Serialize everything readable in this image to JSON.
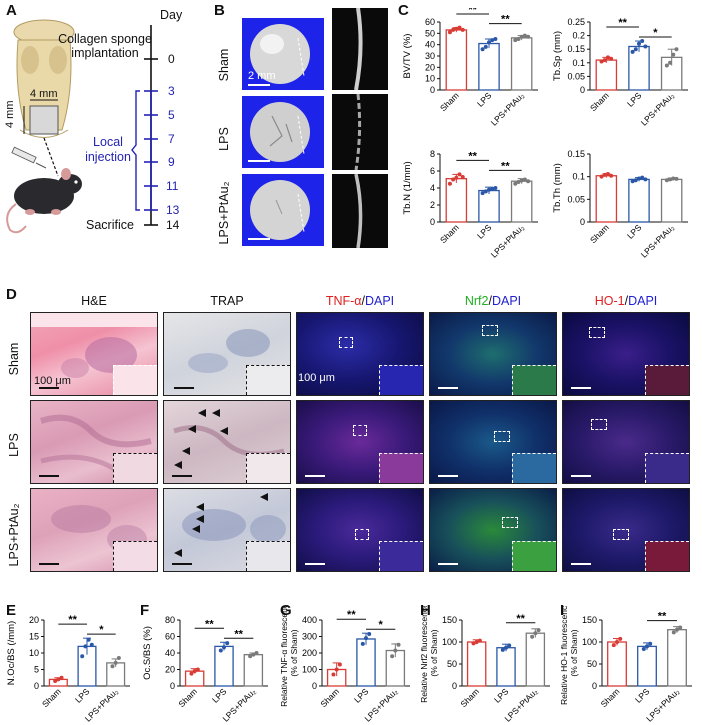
{
  "panels": {
    "A": "A",
    "B": "B",
    "C": "C",
    "D": "D",
    "E": "E",
    "F": "F",
    "G": "G",
    "H": "H",
    "I": "I"
  },
  "panelA": {
    "title_day": "Day",
    "collagen": "Collagen sponge",
    "implantation": "implantation",
    "dim1": "4 mm",
    "dim2": "4 mm",
    "local": "Local",
    "injection": "injection",
    "sacrifice": "Sacrifice",
    "days": [
      "0",
      "3",
      "5",
      "7",
      "9",
      "11",
      "13",
      "14"
    ],
    "colors": {
      "black": "#111111",
      "blue": "#2323b4"
    }
  },
  "panelB": {
    "rows": [
      "Sham",
      "LPS",
      "LPS+PtAu₂"
    ],
    "scale": "2 mm"
  },
  "panelD": {
    "cols": [
      {
        "a": "H&E",
        "b": "",
        "c": ""
      },
      {
        "a": "TRAP",
        "b": "",
        "c": ""
      },
      {
        "a": "TNF-α",
        "b": "/",
        "c": "DAPI"
      },
      {
        "a": "Nrf2",
        "b": "/",
        "c": "DAPI"
      },
      {
        "a": "HO-1",
        "b": "/",
        "c": "DAPI"
      }
    ],
    "rows": [
      "Sham",
      "LPS",
      "LPS+PtAu₂"
    ],
    "scale1": "100 μm",
    "scale2": "100 μm",
    "colors": {
      "tnf": "#e02020",
      "nrf2": "#20b020",
      "dapi": "#2020d0",
      "ho1": "#e02020"
    }
  },
  "chart_data": [
    {
      "id": "C1",
      "type": "bar",
      "categories": [
        "Sham",
        "LPS",
        "LPS+PtAu₂"
      ],
      "values": [
        53,
        41,
        46
      ],
      "errors": [
        2,
        4,
        2
      ],
      "points": [
        [
          51,
          53,
          54,
          55,
          53
        ],
        [
          36,
          38,
          42,
          44,
          45
        ],
        [
          44,
          45,
          47,
          48,
          47
        ]
      ],
      "ylabel": "BV/TV (%)",
      "ylim": [
        0,
        60
      ],
      "yticks": [
        0,
        10,
        20,
        30,
        40,
        50,
        60
      ],
      "sig": [
        {
          "from": 0,
          "to": 1,
          "label": "**"
        },
        {
          "from": 1,
          "to": 2,
          "label": "**"
        }
      ]
    },
    {
      "id": "C2",
      "type": "bar",
      "categories": [
        "Sham",
        "LPS",
        "LPS+PtAu₂"
      ],
      "values": [
        0.11,
        0.16,
        0.12
      ],
      "errors": [
        0.01,
        0.02,
        0.03
      ],
      "points": [
        [
          0.105,
          0.11,
          0.12,
          0.115
        ],
        [
          0.14,
          0.15,
          0.17,
          0.18,
          0.16
        ],
        [
          0.09,
          0.1,
          0.13,
          0.15
        ]
      ],
      "ylabel": "Tb.Sp (mm)",
      "ylim": [
        0,
        0.25
      ],
      "yticks": [
        0,
        0.05,
        0.1,
        0.15,
        0.2,
        0.25
      ],
      "sig": [
        {
          "from": 0,
          "to": 1,
          "label": "**"
        },
        {
          "from": 1,
          "to": 2,
          "label": "*"
        }
      ]
    },
    {
      "id": "C3",
      "type": "bar",
      "categories": [
        "Sham",
        "LPS",
        "LPS+PtAu₂"
      ],
      "values": [
        5.1,
        3.7,
        4.8
      ],
      "errors": [
        0.5,
        0.4,
        0.3
      ],
      "points": [
        [
          4.5,
          5.0,
          5.2,
          5.6,
          5.3
        ],
        [
          3.4,
          3.6,
          3.8,
          3.9,
          4.0
        ],
        [
          4.5,
          4.7,
          4.9,
          5.0,
          4.8
        ]
      ],
      "ylabel": "Tb.N (1/mm)",
      "ylim": [
        0,
        8
      ],
      "yticks": [
        0,
        2,
        4,
        6,
        8
      ],
      "sig": [
        {
          "from": 0,
          "to": 1,
          "label": "**"
        },
        {
          "from": 1,
          "to": 2,
          "label": "**"
        }
      ]
    },
    {
      "id": "C4",
      "type": "bar",
      "categories": [
        "Sham",
        "LPS",
        "LPS+PtAu₂"
      ],
      "values": [
        0.102,
        0.094,
        0.094
      ],
      "errors": [
        0.004,
        0.004,
        0.003
      ],
      "points": [
        [
          0.1,
          0.104,
          0.106,
          0.102
        ],
        [
          0.09,
          0.092,
          0.096,
          0.098,
          0.094
        ],
        [
          0.092,
          0.094,
          0.096,
          0.095
        ]
      ],
      "ylabel": "Tb.Th (mm)",
      "ylim": [
        0,
        0.15
      ],
      "yticks": [
        0,
        0.05,
        0.1,
        0.15
      ],
      "sig": []
    },
    {
      "id": "E",
      "type": "bar",
      "categories": [
        "Sham",
        "LPS",
        "LPS+PtAu₂"
      ],
      "values": [
        2,
        12,
        7
      ],
      "errors": [
        0.5,
        2.5,
        1.2
      ],
      "points": [
        [
          1.5,
          2,
          2.5
        ],
        [
          9,
          12,
          14,
          12.5
        ],
        [
          6,
          7,
          8.5
        ]
      ],
      "ylabel": "N.Oc/BS (/mm)",
      "ylim": [
        0,
        20
      ],
      "yticks": [
        0,
        5,
        10,
        15,
        20
      ],
      "sig": [
        {
          "from": 0,
          "to": 1,
          "label": "**"
        },
        {
          "from": 1,
          "to": 2,
          "label": "*"
        }
      ]
    },
    {
      "id": "F",
      "type": "bar",
      "categories": [
        "Sham",
        "LPS",
        "LPS+PtAu₂"
      ],
      "values": [
        18,
        48,
        38
      ],
      "errors": [
        3,
        5,
        2
      ],
      "points": [
        [
          15,
          18,
          20
        ],
        [
          43,
          47,
          52
        ],
        [
          36,
          38,
          40
        ]
      ],
      "ylabel": "Oc.S/BS (%)",
      "ylim": [
        0,
        80
      ],
      "yticks": [
        0,
        20,
        40,
        60,
        80
      ],
      "sig": [
        {
          "from": 0,
          "to": 1,
          "label": "**"
        },
        {
          "from": 1,
          "to": 2,
          "label": "**"
        }
      ]
    },
    {
      "id": "G",
      "type": "bar",
      "categories": [
        "Sham",
        "LPS",
        "LPS+PtAu₂"
      ],
      "values": [
        100,
        285,
        215
      ],
      "errors": [
        40,
        35,
        40
      ],
      "points": [
        [
          70,
          100,
          130
        ],
        [
          255,
          290,
          315
        ],
        [
          180,
          215,
          250
        ]
      ],
      "ylabel": "Relative TNF-α fluorescence (% of Sham)",
      "ylim": [
        0,
        400
      ],
      "yticks": [
        0,
        100,
        200,
        300,
        400
      ],
      "sig": [
        {
          "from": 0,
          "to": 1,
          "label": "**"
        },
        {
          "from": 1,
          "to": 2,
          "label": "*"
        }
      ]
    },
    {
      "id": "H",
      "type": "bar",
      "categories": [
        "Sham",
        "LPS",
        "LPS+PtAu₂"
      ],
      "values": [
        100,
        87,
        120
      ],
      "errors": [
        5,
        8,
        10
      ],
      "points": [
        [
          97,
          100,
          103
        ],
        [
          82,
          87,
          92
        ],
        [
          112,
          120,
          127
        ]
      ],
      "ylabel": "Relative Nrf2 fluorescence (% of Sham)",
      "ylim": [
        0,
        150
      ],
      "yticks": [
        0,
        50,
        100,
        150
      ],
      "sig": [
        {
          "from": 1,
          "to": 2,
          "label": "**"
        }
      ]
    },
    {
      "id": "I",
      "type": "bar",
      "categories": [
        "Sham",
        "LPS",
        "LPS+PtAu₂"
      ],
      "values": [
        100,
        90,
        128
      ],
      "errors": [
        8,
        8,
        7
      ],
      "points": [
        [
          93,
          100,
          107
        ],
        [
          84,
          90,
          96
        ],
        [
          122,
          128,
          133
        ]
      ],
      "ylabel": "Relative HO-1 fluorescence (% of Sham)",
      "ylim": [
        0,
        150
      ],
      "yticks": [
        0,
        50,
        100,
        150
      ],
      "sig": [
        {
          "from": 1,
          "to": 2,
          "label": "**"
        }
      ]
    }
  ],
  "bar_colors": [
    "#d93b35",
    "#2a57a8",
    "#7a7a7a"
  ]
}
